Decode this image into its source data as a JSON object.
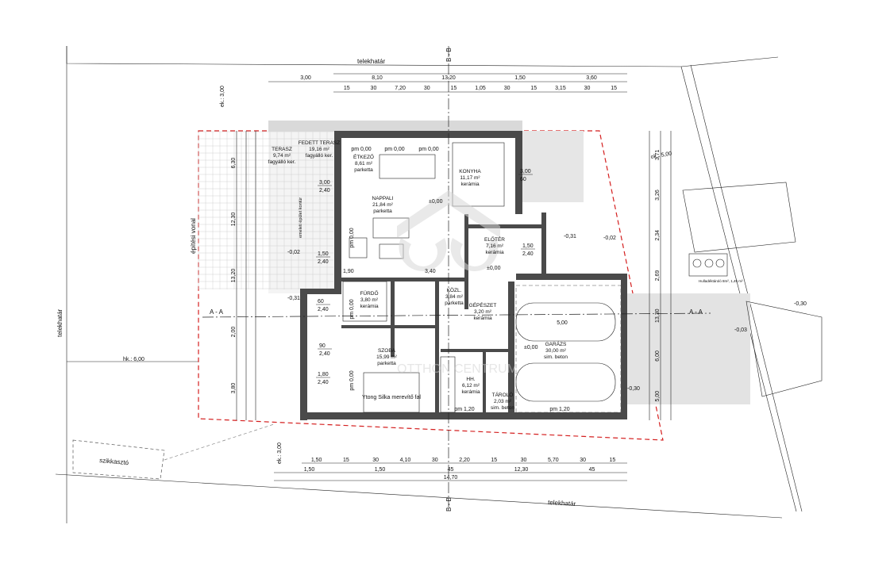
{
  "plot": {
    "property_line_top": "telekhatár",
    "property_line_bottom": "telekhatár",
    "property_line_left": "telekhatár",
    "building_line": "építési vonal",
    "side_distance_left": "hk.: 6,00",
    "front_distance_top": "ek.: 3,00",
    "front_distance_bottom": "ek.: 3,00",
    "side_distance_right": "ok.: 5,00",
    "soakaway": "szikkasztó",
    "contour_note": "emeleti épület kontúr"
  },
  "sections": {
    "bb_top": "B - B",
    "bb_bottom": "B - B",
    "aa_left": "A - A",
    "aa_right": "A - A"
  },
  "rooms": [
    {
      "name": "TERASZ",
      "area": "9,74 m²",
      "floor": "fagyálló ker."
    },
    {
      "name": "FEDETT TERASZ",
      "area": "19,16 m²",
      "floor": "fagyálló ker."
    },
    {
      "name": "ÉTKEZŐ",
      "area": "8,61 m²",
      "floor": "parketta"
    },
    {
      "name": "KONYHA",
      "area": "11,17 m²",
      "floor": "kerámia"
    },
    {
      "name": "NAPPALI",
      "area": "21,84 m²",
      "floor": "parketta"
    },
    {
      "name": "ELŐTÉR",
      "area": "7,16 m²",
      "floor": "kerámia"
    },
    {
      "name": "FÜRDŐ",
      "area": "3,80 m²",
      "floor": "kerámia"
    },
    {
      "name": "KÖZL.",
      "area": "3,84 m²",
      "floor": "parketta"
    },
    {
      "name": "GÉPÉSZET",
      "area": "3,20 m²",
      "floor": "kerámia"
    },
    {
      "name": "SZOBA",
      "area": "15,99 m²",
      "floor": "parketta"
    },
    {
      "name": "HH.",
      "area": "6,12 m²",
      "floor": "kerámia"
    },
    {
      "name": "TÁROLÓ",
      "area": "2,03 m²",
      "floor": "sim. beton"
    },
    {
      "name": "GARÁZS",
      "area": "30,00 m²",
      "floor": "sim. beton"
    }
  ],
  "parapets": [
    "pm 0,00",
    "pm 0,00",
    "pm 0,00",
    "pm 0,00",
    "pm 0,00",
    "pm 0,00",
    "pm 1,20",
    "pm 1,20"
  ],
  "levels": [
    "±0,00",
    "-0,02",
    "-0,31",
    "-0,31",
    "-0,02",
    "-0,30",
    "-0,03",
    "-0,30",
    "±0,00",
    "±0,00"
  ],
  "openings": [
    {
      "w": "3,00",
      "h": "2,40"
    },
    {
      "w": "1,50",
      "h": "2,40"
    },
    {
      "w": "60",
      "h": "2,40"
    },
    {
      "w": "90",
      "h": "2,40"
    },
    {
      "w": "1,80",
      "h": "2,40"
    },
    {
      "w": "1,50",
      "h": "2,40"
    },
    {
      "w": "3,00",
      "h": "60"
    }
  ],
  "dims_top_1": [
    "3,00",
    "8,10",
    "13,20",
    "1,50",
    "3,60"
  ],
  "dims_top_2": [
    "15",
    "30",
    "7,20",
    "30",
    "15",
    "1,05",
    "30",
    "15",
    "3,15",
    "30",
    "15"
  ],
  "dims_bottom_1": [
    "1,50",
    "15",
    "30",
    "4,10",
    "30",
    "2,20",
    "15",
    "30",
    "5,70",
    "30",
    "15"
  ],
  "dims_bottom_2": [
    "1,50",
    "1,50",
    "45",
    "12,30",
    "45"
  ],
  "dims_bottom_3": [
    "14,70"
  ],
  "dims_left": [
    "6,30",
    "12,30",
    "13,20",
    "2,00",
    "3,80"
  ],
  "dims_right": [
    "3,71",
    "3,26",
    "2,34",
    "2,69",
    "13,30",
    "6,00",
    "5,00"
  ],
  "labels": {
    "ytong": "Ytong Silka merevítő fal",
    "hollow": "Hulladéktároló 8m², 1,45 m²",
    "garage_dim": "5,00",
    "stair": "1,90",
    "stair2": "3,40"
  },
  "watermark": "OTTHON CENTRUM"
}
